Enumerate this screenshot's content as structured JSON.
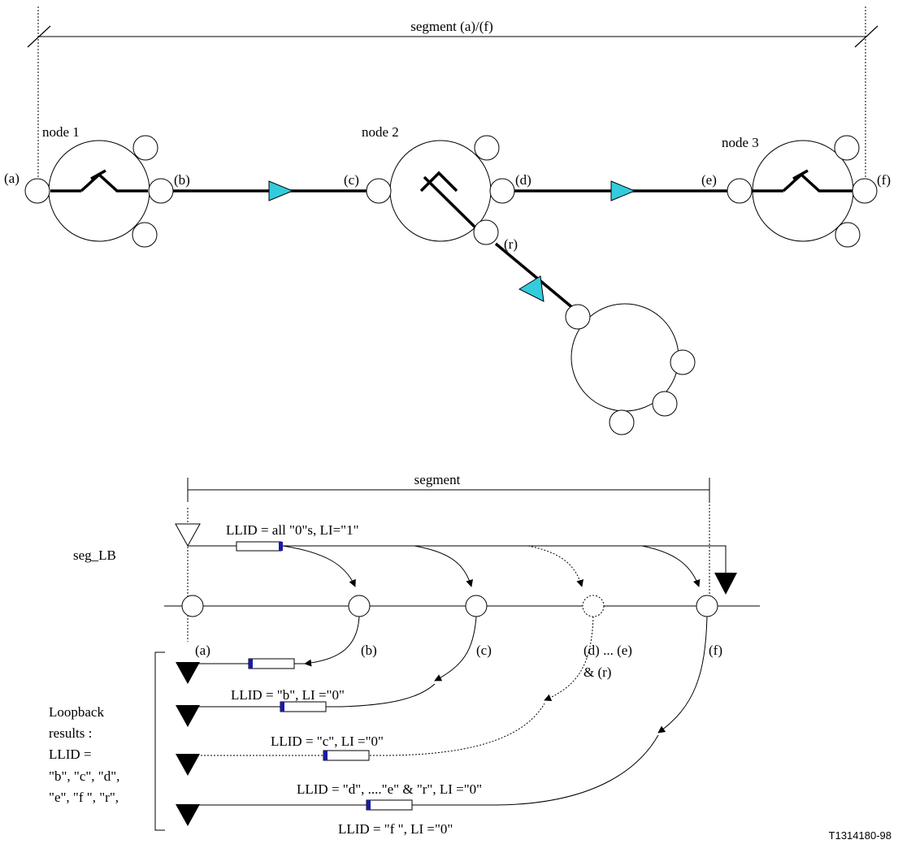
{
  "top": {
    "segment_label": "segment  (a)/(f)",
    "nodes": [
      "node 1",
      "node 2",
      "node 3"
    ],
    "ports": [
      "(a)",
      "(b)",
      "(c)",
      "(d)",
      "(e)",
      "(f)",
      "(r)"
    ]
  },
  "bottom": {
    "segment_label": "segment",
    "seg_lb_label": "seg_LB",
    "source_cell_label": "LLID = all \"0\"s, LI=\"1\"",
    "points": [
      "(a)",
      "(b)",
      "(c)",
      "(d) ... (e)",
      "& (r)",
      "(f)"
    ],
    "responses": [
      "LLID = \"b\", LI =\"0\"",
      "LLID = \"c\", LI =\"0\"",
      "LLID = \"d\", ....\"e\" & \"r\",  LI =\"0\"",
      "LLID = \"f \", LI =\"0\""
    ],
    "results_lines": [
      "Loopback",
      "results :",
      "LLID =",
      "\"b\", \"c\", \"d\",",
      "\"e\", \"f \", \"r\","
    ]
  },
  "figure_id": "T1314180-98",
  "colors": {
    "arrow_fill": "#33ccdd",
    "cell_marker": "#1a1aa6"
  }
}
